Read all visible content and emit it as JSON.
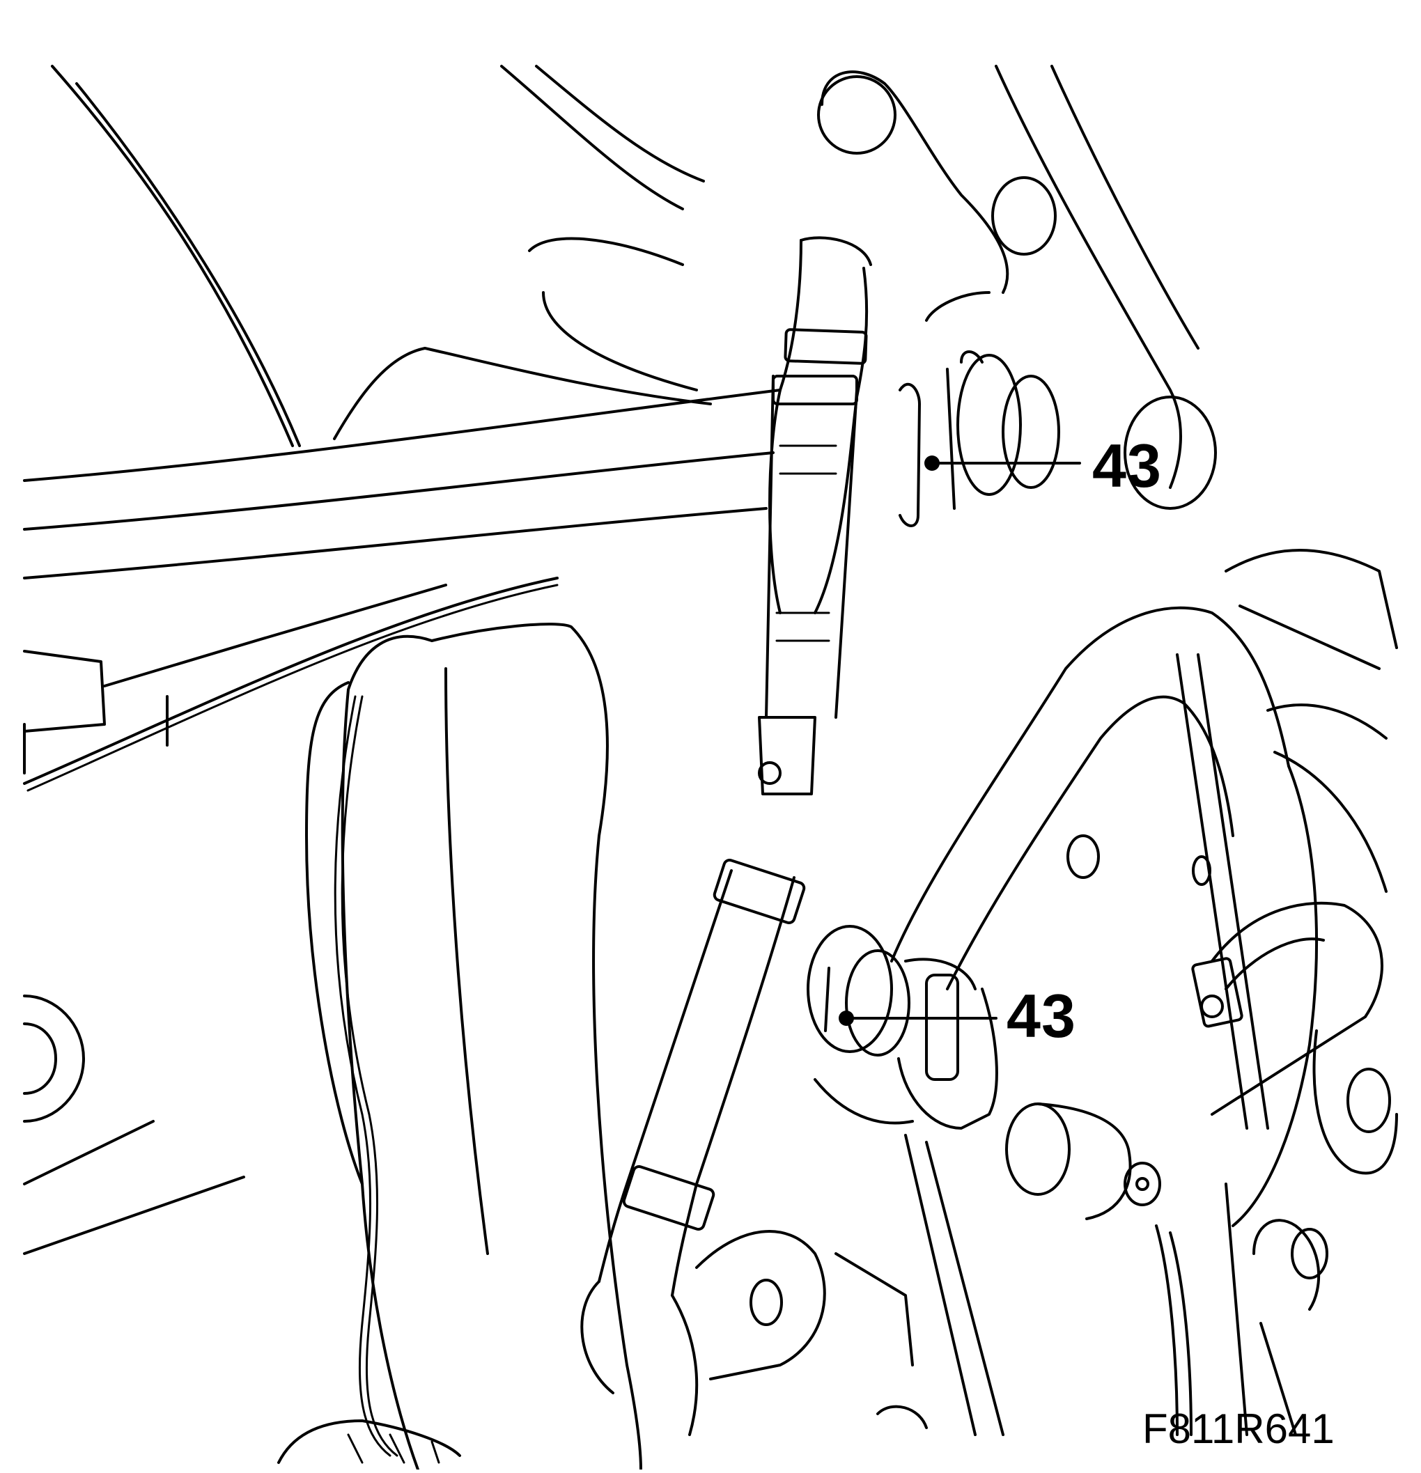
{
  "figure": {
    "id_label": "F811R641",
    "callouts": [
      {
        "label": "43"
      },
      {
        "label": "43"
      }
    ],
    "colors": {
      "ink": "#000000",
      "paper": "#ffffff"
    }
  }
}
